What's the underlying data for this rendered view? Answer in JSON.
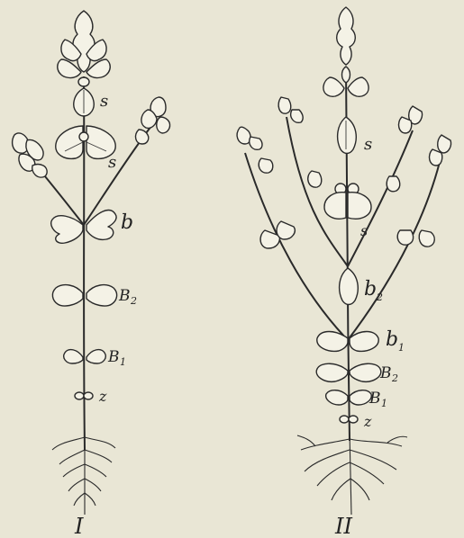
{
  "colors": {
    "paper": "#e9e6d5",
    "ink": "#2a2a2a"
  },
  "plant_I": {
    "label_s_upper": "s",
    "label_s_lower": "s",
    "label_b": "b",
    "label_B2_main": "B",
    "label_B2_sub": "2",
    "label_B1_main": "B",
    "label_B1_sub": "1",
    "label_z": "z",
    "caption": "I"
  },
  "plant_II": {
    "label_s_upper": "s",
    "label_s_lower": "s",
    "label_b2_main": "b",
    "label_b2_sub": "2",
    "label_b1_main": "b",
    "label_b1_sub": "1",
    "label_B2_main": "B",
    "label_B2_sub": "2",
    "label_B1_main": "B",
    "label_B1_sub": "1",
    "label_z": "z",
    "caption": "II"
  }
}
